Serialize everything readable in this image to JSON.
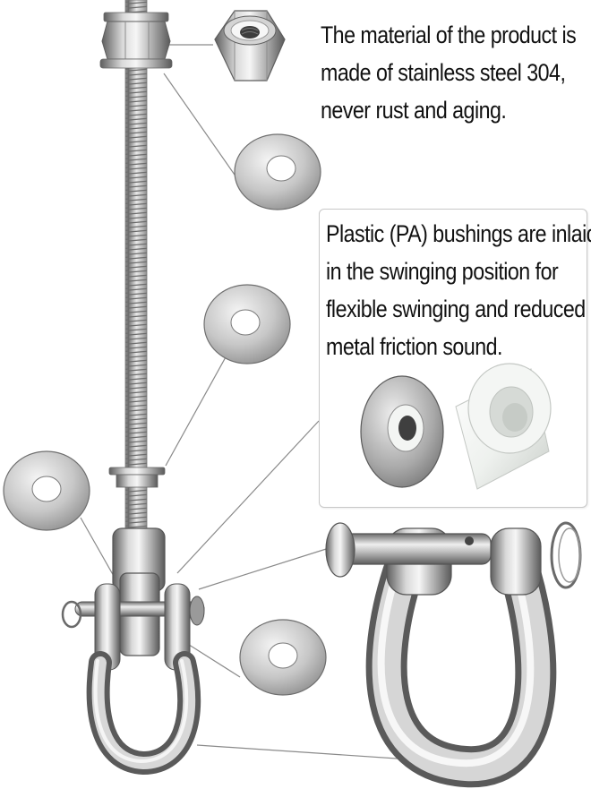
{
  "captions": {
    "material": [
      "The material of the product is",
      "made of stainless steel 304,",
      "never rust and aging."
    ],
    "bushings": [
      "Plastic (PA) bushings are inlaid",
      "in the swinging position for",
      "flexible swinging and reduced",
      "metal friction sound."
    ]
  },
  "colors": {
    "steel_light": "#f4f4f4",
    "steel_mid": "#b9b9b9",
    "steel_dark": "#6e6e6e",
    "plastic_white": "#f2f4f2",
    "leader_line": "#8a8a8a",
    "text": "#111111"
  }
}
